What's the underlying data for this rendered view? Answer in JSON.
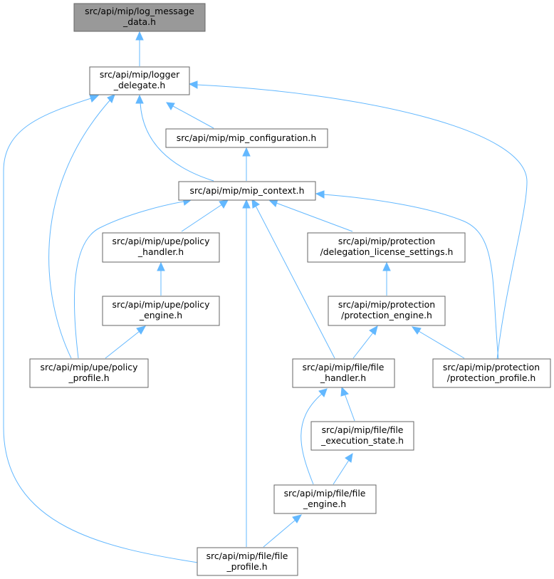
{
  "colors": {
    "edge": "#63b8ff",
    "node_border": "#666666",
    "root_fill": "#999999",
    "node_fill": "#ffffff"
  },
  "nodes": {
    "log_message_data": [
      "src/api/mip/log_message",
      "_data.h"
    ],
    "logger_delegate": [
      "src/api/mip/logger",
      "_delegate.h"
    ],
    "mip_configuration": [
      "src/api/mip/mip_configuration.h"
    ],
    "mip_context": [
      "src/api/mip/mip_context.h"
    ],
    "policy_handler": [
      "src/api/mip/upe/policy",
      "_handler.h"
    ],
    "delegation_license_settings": [
      "src/api/mip/protection",
      "/delegation_license_settings.h"
    ],
    "policy_engine": [
      "src/api/mip/upe/policy",
      "_engine.h"
    ],
    "protection_engine": [
      "src/api/mip/protection",
      "/protection_engine.h"
    ],
    "policy_profile": [
      "src/api/mip/upe/policy",
      "_profile.h"
    ],
    "file_handler": [
      "src/api/mip/file/file",
      "_handler.h"
    ],
    "protection_profile": [
      "src/api/mip/protection",
      "/protection_profile.h"
    ],
    "file_execution_state": [
      "src/api/mip/file/file",
      "_execution_state.h"
    ],
    "file_engine": [
      "src/api/mip/file/file",
      "_engine.h"
    ],
    "file_profile": [
      "src/api/mip/file/file",
      "_profile.h"
    ]
  },
  "edges": [
    [
      "logger_delegate",
      "log_message_data"
    ],
    [
      "mip_configuration",
      "logger_delegate"
    ],
    [
      "mip_context",
      "logger_delegate"
    ],
    [
      "policy_profile",
      "logger_delegate"
    ],
    [
      "protection_profile",
      "logger_delegate"
    ],
    [
      "file_profile",
      "logger_delegate"
    ],
    [
      "mip_context",
      "mip_configuration"
    ],
    [
      "policy_handler",
      "mip_context"
    ],
    [
      "delegation_license_settings",
      "mip_context"
    ],
    [
      "policy_profile",
      "mip_context"
    ],
    [
      "file_handler",
      "mip_context"
    ],
    [
      "protection_profile",
      "mip_context"
    ],
    [
      "file_profile",
      "mip_context"
    ],
    [
      "policy_engine",
      "policy_handler"
    ],
    [
      "protection_engine",
      "delegation_license_settings"
    ],
    [
      "policy_profile",
      "policy_engine"
    ],
    [
      "file_handler",
      "protection_engine"
    ],
    [
      "protection_profile",
      "protection_engine"
    ],
    [
      "file_execution_state",
      "file_handler"
    ],
    [
      "file_engine",
      "file_handler"
    ],
    [
      "file_engine",
      "file_execution_state"
    ],
    [
      "file_profile",
      "file_engine"
    ]
  ]
}
